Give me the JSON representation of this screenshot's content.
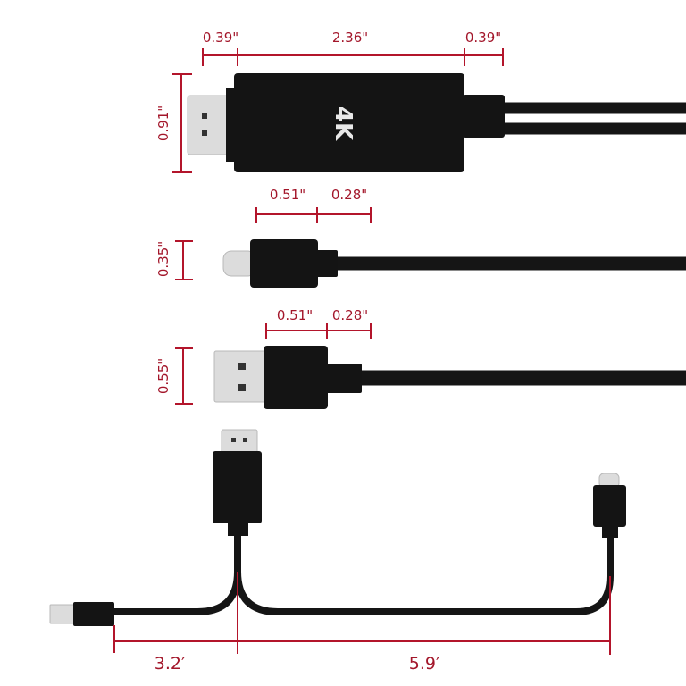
{
  "colors": {
    "dimension": "#b3152b",
    "connector": "#141414",
    "metal": "#dcdcdc"
  },
  "hdmi_connector": {
    "logo": "4K",
    "width_labels": [
      "0.39\"",
      "2.36\"",
      "0.39\""
    ],
    "height_label": "0.91\""
  },
  "usb_c_connector": {
    "width_labels": [
      "0.51\"",
      "0.28\""
    ],
    "height_label": "0.35\""
  },
  "usb_a_connector": {
    "width_labels": [
      "0.51\"",
      "0.28\""
    ],
    "height_label": "0.55\""
  },
  "cable_lengths": [
    "3.2′",
    "5.9′"
  ]
}
